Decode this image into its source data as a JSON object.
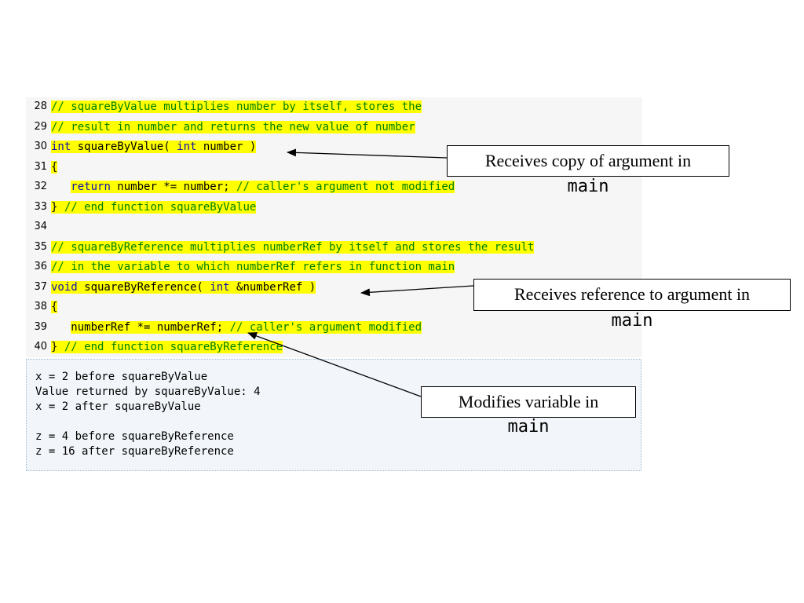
{
  "code": {
    "lines": [
      {
        "num": "28",
        "tokens": [
          {
            "t": "// squareByValue multiplies number by itself, stores the",
            "c": "cm"
          }
        ]
      },
      {
        "num": "29",
        "tokens": [
          {
            "t": "// result in number and returns the new value of number",
            "c": "cm"
          }
        ]
      },
      {
        "num": "30",
        "tokens": [
          {
            "t": "int",
            "c": "kw"
          },
          {
            "t": " squareByValue( ",
            "c": "tx"
          },
          {
            "t": "int",
            "c": "kw"
          },
          {
            "t": " number )",
            "c": "tx"
          }
        ]
      },
      {
        "num": "31",
        "tokens": [
          {
            "t": "{",
            "c": "tx"
          }
        ]
      },
      {
        "num": "32",
        "tokens": [
          {
            "t": "   ",
            "c": "sp"
          },
          {
            "t": "return",
            "c": "kw"
          },
          {
            "t": " number *= number; ",
            "c": "tx"
          },
          {
            "t": "// caller's argument not modified",
            "c": "cm"
          }
        ]
      },
      {
        "num": "33",
        "tokens": [
          {
            "t": "}",
            "c": "tx"
          },
          {
            "t": " // end function squareByValue",
            "c": "cm"
          }
        ]
      },
      {
        "num": "34",
        "tokens": []
      },
      {
        "num": "35",
        "tokens": [
          {
            "t": "// squareByReference multiplies numberRef by itself and stores the result",
            "c": "cm"
          }
        ]
      },
      {
        "num": "36",
        "tokens": [
          {
            "t": "// in the variable to which numberRef refers in function main",
            "c": "cm"
          }
        ]
      },
      {
        "num": "37",
        "tokens": [
          {
            "t": "void",
            "c": "kw"
          },
          {
            "t": " squareByReference( ",
            "c": "tx"
          },
          {
            "t": "int",
            "c": "kw"
          },
          {
            "t": " &numberRef )",
            "c": "tx"
          }
        ]
      },
      {
        "num": "38",
        "tokens": [
          {
            "t": "{",
            "c": "tx"
          }
        ]
      },
      {
        "num": "39",
        "tokens": [
          {
            "t": "   ",
            "c": "sp"
          },
          {
            "t": "numberRef *= numberRef; ",
            "c": "tx"
          },
          {
            "t": "// caller's argument modified",
            "c": "cm"
          }
        ]
      },
      {
        "num": "40",
        "tokens": [
          {
            "t": "}",
            "c": "tx"
          },
          {
            "t": " // end function squareByReference",
            "c": "cm"
          }
        ]
      }
    ]
  },
  "output": {
    "lines": [
      "x = 2 before squareByValue",
      "Value returned by squareByValue: 4",
      "x = 2 after squareByValue",
      "",
      "z = 4 before squareByReference",
      "z = 16 after squareByReference"
    ]
  },
  "callouts": {
    "value": {
      "text": "Receives copy of argument in",
      "code": "main"
    },
    "reference": {
      "text": "Receives reference to argument in",
      "code": "main"
    },
    "modifies": {
      "text": "Modifies variable in",
      "code": "main"
    }
  },
  "colors": {
    "highlight": "#ffff00",
    "keyword": "#1010b0",
    "comment": "#008000"
  }
}
